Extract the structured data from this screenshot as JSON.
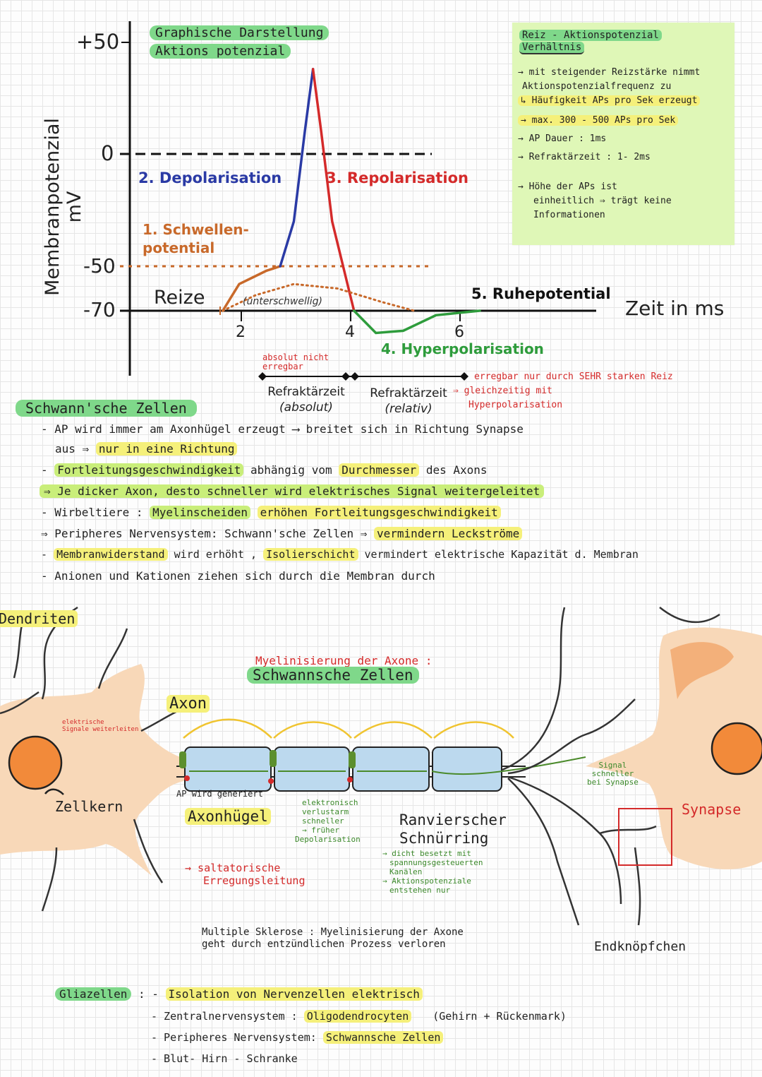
{
  "chart": {
    "title_line1": "Graphische Darstellung",
    "title_line2": "Aktions potenzial",
    "ylabel": "Membranpotenzial mV",
    "xlabel": "Zeit in ms",
    "ytick_labels": [
      "+50",
      "0",
      "-50",
      "-70"
    ],
    "xtick_labels": [
      "2",
      "4",
      "6"
    ],
    "phase_depol": "2. Depolarisation",
    "phase_repol": "3. Repolarisation",
    "phase_threshold_1": "1. Schwellen-",
    "phase_threshold_2": "potential",
    "phase_hyper": "4. Hyperpolarisation",
    "phase_rest": "5. Ruhepotential",
    "stimulus_label": "Reize",
    "subthreshold_label": "(unterschwellig)",
    "abs_not_excitable_1": "absolut nicht",
    "abs_not_excitable_2": "erregbar",
    "refr_abs_1": "Refraktärzeit",
    "refr_abs_2": "(absolut)",
    "refr_rel_1": "Refraktärzeit",
    "refr_rel_2": "(relativ)",
    "rel_note_1": "erregbar nur durch SEHR starken Reiz",
    "rel_note_2": "⇒ gleichzeitig mit",
    "rel_note_3": "Hyperpolarisation"
  },
  "chart_data": {
    "type": "line",
    "xlabel": "Zeit in ms",
    "ylabel": "Membranpotenzial mV",
    "xticks": [
      2,
      4,
      6
    ],
    "yticks": [
      50,
      0,
      -50,
      -70
    ],
    "reference_lines": [
      0,
      -50
    ],
    "series": [
      {
        "name": "1. Schwellen- potential",
        "color": "#c8692a",
        "points": [
          [
            1.7,
            -70
          ],
          [
            2.0,
            -58
          ],
          [
            2.5,
            -52
          ],
          [
            2.75,
            -50
          ]
        ]
      },
      {
        "name": "2. Depolarisation",
        "color": "#2a3aa5",
        "points": [
          [
            2.75,
            -50
          ],
          [
            3.0,
            -30
          ],
          [
            3.2,
            10
          ],
          [
            3.35,
            38
          ]
        ]
      },
      {
        "name": "3. Repolarisation",
        "color": "#d42a2a",
        "points": [
          [
            3.35,
            38
          ],
          [
            3.5,
            10
          ],
          [
            3.7,
            -30
          ],
          [
            4.0,
            -60
          ],
          [
            4.1,
            -70
          ]
        ]
      },
      {
        "name": "4. Hyperpolarisation",
        "color": "#2e9c3c",
        "points": [
          [
            4.1,
            -70
          ],
          [
            4.5,
            -80
          ],
          [
            5.0,
            -79
          ],
          [
            5.6,
            -72
          ],
          [
            6.4,
            -70
          ]
        ]
      },
      {
        "name": "(unterschwellig)",
        "color": "#c8692a",
        "style": "dotted",
        "points": [
          [
            1.7,
            -70
          ],
          [
            2.3,
            -63
          ],
          [
            3.0,
            -58
          ],
          [
            3.8,
            -60
          ],
          [
            4.6,
            -66
          ],
          [
            5.2,
            -70
          ]
        ]
      }
    ]
  },
  "note": {
    "title_1": "Reiz - Aktionspotenzial",
    "title_2": "Verhältnis",
    "l1": "→ mit steigender Reizstärke nimmt",
    "l2": "Aktionspotenzialfrequenz zu",
    "l3": "↳ Häufigkeit APs pro Sek erzeugt",
    "l4": "→ max. 300 - 500 APs pro Sek",
    "l5": "→ AP Dauer : 1ms",
    "l6": "→ Refraktärzeit : 1- 2ms",
    "l7": "→ Höhe der APs ist",
    "l8": "einheitlich ⇒ trägt keine",
    "l9": "Informationen"
  },
  "schwann": {
    "heading": "Schwann'sche Zellen",
    "b1a": "- AP wird immer am Axonhügel erzeugt ⟶ breitet sich in Richtung Synapse",
    "b1b": "aus  ⇒",
    "b1c": "nur in eine Richtung",
    "b2a": "- ",
    "b2b": "Fortleitungsgeschwindigkeit",
    "b2c": " abhängig vom ",
    "b2d": "Durchmesser",
    "b2e": " des Axons",
    "b3": "⇒ Je dicker Axon, desto schneller wird elektrisches Signal weitergeleitet",
    "b4a": "- Wirbeltiere : ",
    "b4b": "Myelinscheiden",
    "b4c": " ",
    "b4d": "erhöhen Fortleitungsgeschwindigkeit",
    "b5a": "⇒ Peripheres Nervensystem: Schwann'sche Zellen ⇒ ",
    "b5b": "vermindern Leckströme",
    "b6a": "- ",
    "b6b": "Membranwiderstand",
    "b6c": " wird erhöht , ",
    "b6d": "Isolierschicht",
    "b6e": " vermindert elektrische Kapazität d. Membran",
    "b7": "- Anionen und Kationen ziehen sich durch die Membran durch"
  },
  "neuron": {
    "dendriten": "Dendriten",
    "elektrische_1": "elektrische",
    "elektrische_2": "Signale weiterleiten",
    "zellkern": "Zellkern",
    "axon": "Axon",
    "myelin_1": "Myelinisierung der Axone :",
    "myelin_2": "Schwannsche Zellen",
    "ap_generiert": "AP wird generiert",
    "axonhuegel": "Axonhügel",
    "saltatorisch_1": "→ saltatorische",
    "saltatorisch_2": "Erregungsleitung",
    "elektronisch_1": "elektronisch",
    "elektronisch_2": "verlustarm",
    "elektronisch_3": "schneller",
    "elektronisch_4": "→ früher",
    "elektronisch_5": "Depolarisation",
    "ranvier_1": "Ranvierscher",
    "ranvier_2": "Schnürring",
    "ranvier_3": "→ dicht besetzt mit",
    "ranvier_4": "spannungsgesteuerten",
    "ranvier_5": "Kanälen",
    "ranvier_6": "→ Aktionspotenziale",
    "ranvier_7": "entstehen nur",
    "signal_1": "Signal",
    "signal_2": "schneller",
    "signal_3": "bei Synapse",
    "synapse": "Synapse",
    "endknoepfchen": "Endknöpfchen",
    "ms_1": "Multiple Sklerose : Myelinisierung der Axone",
    "ms_2": "geht durch entzündlichen Prozess verloren"
  },
  "glia": {
    "heading": "Gliazellen",
    "g1": "Isolation von Nervenzellen elektrisch",
    "g2a": "- Zentralnervensystem : ",
    "g2b": "Oligodendrocyten",
    "g2c": "(Gehirn + Rückenmark)",
    "g3a": "- Peripheres Nervensystem: ",
    "g3b": "Schwannsche Zellen",
    "g4": "- Blut- Hirn - Schranke"
  }
}
